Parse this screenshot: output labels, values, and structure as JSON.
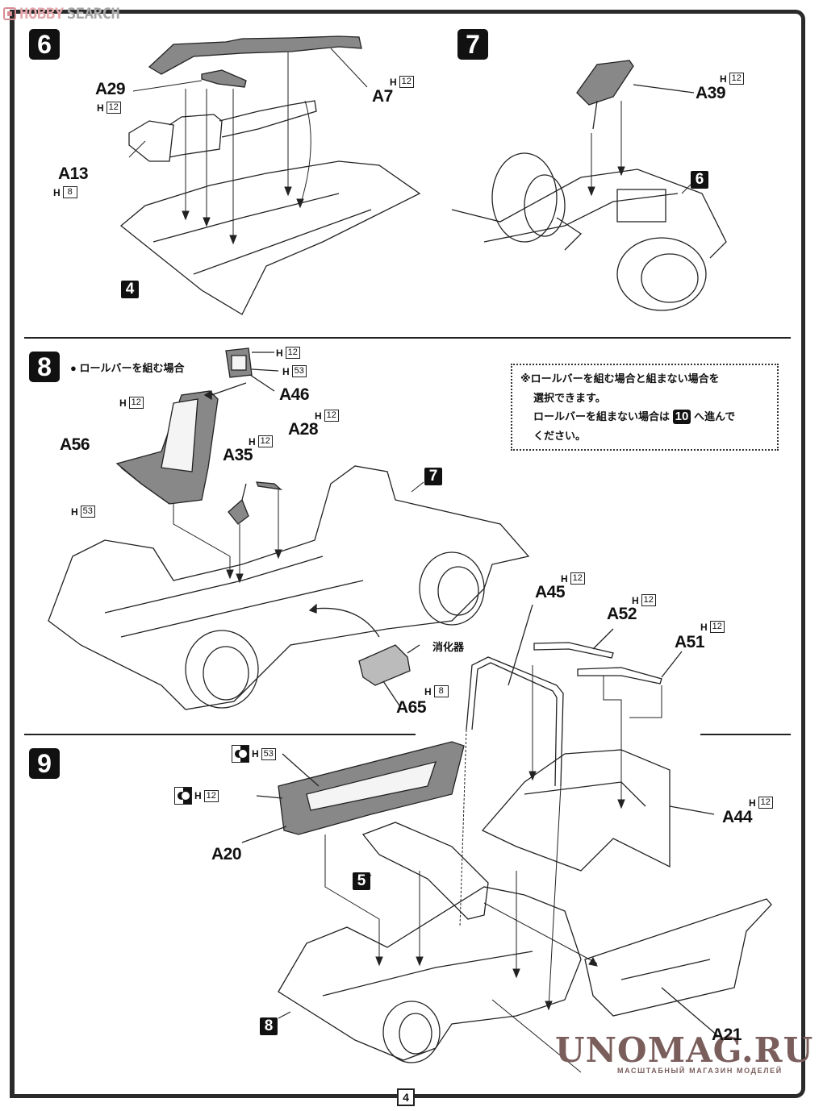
{
  "watermark": {
    "brand_part1": "HOBBY",
    "brand_part2": "SEARCH"
  },
  "steps": {
    "s6": {
      "number": "6",
      "parts": [
        {
          "id": "A29",
          "paint": "H",
          "paint_no": "12"
        },
        {
          "id": "A7",
          "paint": "H",
          "paint_no": "12"
        },
        {
          "id": "A13",
          "paint": "H",
          "paint_no": "8"
        }
      ],
      "ref_step": "4"
    },
    "s7": {
      "number": "7",
      "parts": [
        {
          "id": "A39",
          "paint": "H",
          "paint_no": "12"
        }
      ],
      "ref_step": "6"
    },
    "s8": {
      "number": "8",
      "subtitle": "● ロールバーを組む場合",
      "parts": [
        {
          "id": "A46",
          "paint": "H",
          "paint_no_1": "12",
          "paint_no_2": "53"
        },
        {
          "id": "A56",
          "paint": "H",
          "paint_no_1": "12",
          "paint_no_2": "53"
        },
        {
          "id": "A35",
          "paint": "H",
          "paint_no": "12"
        },
        {
          "id": "A28",
          "paint": "H",
          "paint_no": "12"
        },
        {
          "id": "A45",
          "paint": "H",
          "paint_no": "12"
        },
        {
          "id": "A52",
          "paint": "H",
          "paint_no": "12"
        },
        {
          "id": "A51",
          "paint": "H",
          "paint_no": "12"
        },
        {
          "id": "A65",
          "paint": "H",
          "paint_no": "8"
        }
      ],
      "extinguisher_label": "消化器",
      "ref_step": "7",
      "note": {
        "line1": "※ロールバーを組む場合と組まない場合を",
        "line2": "選択できます。",
        "line3_pre": "ロールバーを組まない場合は",
        "line3_badge": "10",
        "line3_post": "へ進んで",
        "line4": "ください。"
      }
    },
    "s9": {
      "number": "9",
      "parts": [
        {
          "id": "A20",
          "paint": "H",
          "paint_no_1": "53",
          "paint_no_2": "12"
        },
        {
          "id": "A44",
          "paint": "H",
          "paint_no": "12"
        },
        {
          "id": "A21"
        }
      ],
      "ref_step_1": "5",
      "ref_step_2": "8"
    }
  },
  "page_number": "4",
  "shop_watermark": {
    "name": "UNOMAG.RU",
    "tagline": "МАСШТАБНЫЙ МАГАЗИН МОДЕЛЕЙ"
  },
  "colors": {
    "ink": "#111111",
    "part_fill": "#7d7d7d",
    "watermark_pink": "#e5a7ab",
    "shop_brown": "#7a5e5c"
  }
}
